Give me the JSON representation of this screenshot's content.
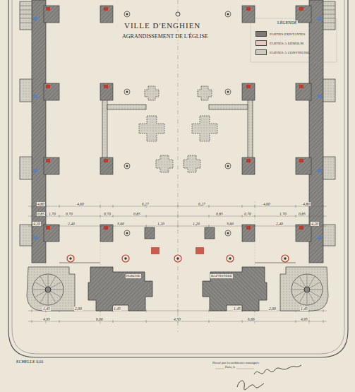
{
  "diagram": {
    "title": "VILLE D'ENGHIEN",
    "labels": [
      "AGRANDISSEMENT DE L'ÉGLISE",
      "LÉGENDE",
      "ECHELLE 0,01",
      "PORCHE",
      "BAPTISTÈRE",
      "Dressé par les architectes soussignés",
      "Paris, le",
      "4,80",
      "4,60",
      "6,27",
      "6,27",
      "4,60",
      "4,80",
      "0,85",
      "1,70",
      "0,70",
      "0,70",
      "0,85",
      "0,85",
      "0,70",
      "1,70",
      "0,85",
      "4,20",
      "2,40",
      "3,60",
      "1,20",
      "1,20",
      "3,60",
      "2,40",
      "4,20",
      "1,45",
      "2,00",
      "1,45",
      "1,45",
      "2,00",
      "1,45",
      "4,95",
      "6,66",
      "4,50",
      "6,66",
      "4,95"
    ],
    "legend": [
      {
        "text": "PARTIES EXISTANTES",
        "color": "#7d7b76"
      },
      {
        "text": "PARTIES À DÉMOLIR",
        "color": "#e7c9c2"
      },
      {
        "text": "PARTIES À CONSTRUIRE",
        "color": "#cfcbbf"
      }
    ]
  }
}
